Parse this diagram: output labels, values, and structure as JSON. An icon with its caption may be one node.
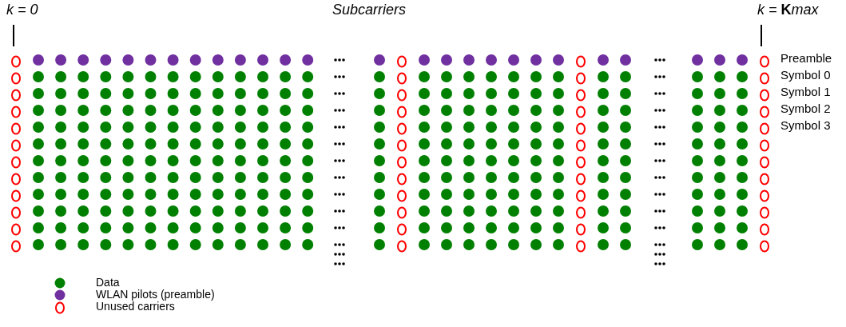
{
  "diagram": {
    "nodes": [
      {
        "text": [
          "k = 0"
        ]
      },
      {
        "text": [
          "k = **K**max"
        ]
      }
    ],
    "edges": [
      {
        "from": 0,
        "to": null,
        "arrow": "none"
      },
      {
        "from": 1,
        "to": null,
        "arrow": "none"
      }
    ],
    "labels": [
      "Subcarriers",
      "Preamble",
      "Symbol 0",
      "Symbol 1",
      "Symbol 2",
      "Symbol 3"
    ],
    "legend": [
      {
        "text": "Data",
        "color": "#008000"
      },
      {
        "text": "WLAN pilots (preamble)",
        "color": "#7030a0"
      },
      {
        "text": "Unused carriers"
      }
    ]
  }
}
